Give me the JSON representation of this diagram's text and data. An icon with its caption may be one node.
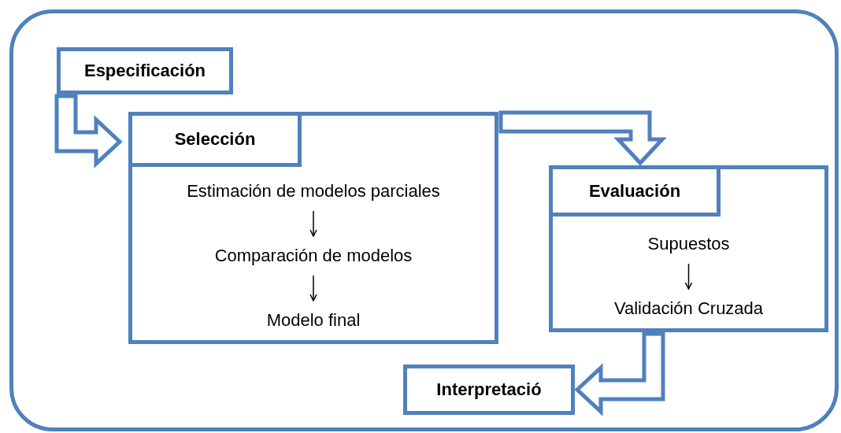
{
  "diagram": {
    "nodes": [
      {
        "text": [],
        "shape": "box"
      },
      {
        "text": [
          "Especificación"
        ],
        "in": 0
      },
      {
        "text": [],
        "shape": "box",
        "in": 0
      },
      {
        "text": [
          "Selección"
        ],
        "in": 2
      },
      {
        "text": [
          "Estimación de modelos parciales"
        ],
        "in": 2
      },
      {
        "text": [
          "Comparación de modelos"
        ],
        "in": 2
      },
      {
        "text": [
          "Modelo final"
        ],
        "in": 2
      },
      {
        "text": [],
        "shape": "box",
        "in": 0
      },
      {
        "text": [
          "Evaluación"
        ],
        "in": 7
      },
      {
        "text": [
          "Supuestos"
        ],
        "in": 7
      },
      {
        "text": [
          "Validación Cruzada"
        ],
        "in": 7
      },
      {
        "text": [
          "Interpretació"
        ],
        "in": 0
      }
    ],
    "edges": [
      {
        "from": 1,
        "to": 2,
        "arrow": "to",
        "style": "thick"
      },
      {
        "from": 2,
        "to": 7,
        "arrow": "to",
        "style": "thick"
      },
      {
        "from": 4,
        "to": 5,
        "arrow": "to"
      },
      {
        "from": 5,
        "to": 6,
        "arrow": "to"
      },
      {
        "from": 9,
        "to": 10,
        "arrow": "to"
      },
      {
        "from": 7,
        "to": 11,
        "arrow": "to",
        "style": "thick"
      }
    ]
  }
}
